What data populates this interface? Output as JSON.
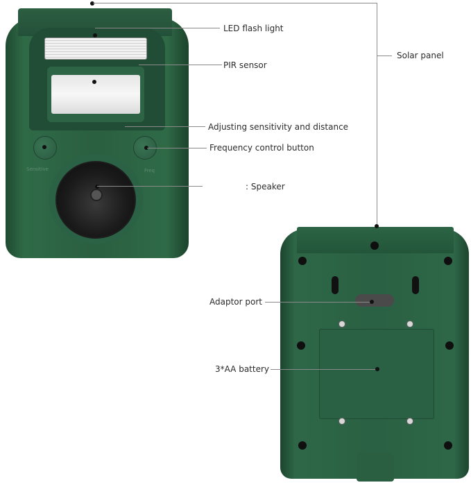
{
  "diagram": {
    "title": "",
    "views": [
      {
        "name": "front",
        "description": "Front view of green ultrasonic animal repeller"
      },
      {
        "name": "back",
        "description": "Back view of green ultrasonic animal repeller"
      }
    ],
    "callouts": {
      "led_flash_light": "LED  flash light",
      "pir_sensor": "PIR sensor",
      "adjusting": "Adjusting sensitivity and distance",
      "frequency": "Frequency control button",
      "speaker": ": Speaker",
      "solar_panel": "Solar panel",
      "adaptor_port": "Adaptor port",
      "battery": "3*AA battery"
    },
    "knob_labels": {
      "left": "Sensitive",
      "right": "Freq"
    },
    "colors": {
      "device_green": "#2a6043",
      "line": "#8a8a8a",
      "text": "#2b2b2b",
      "background": "#ffffff"
    }
  }
}
